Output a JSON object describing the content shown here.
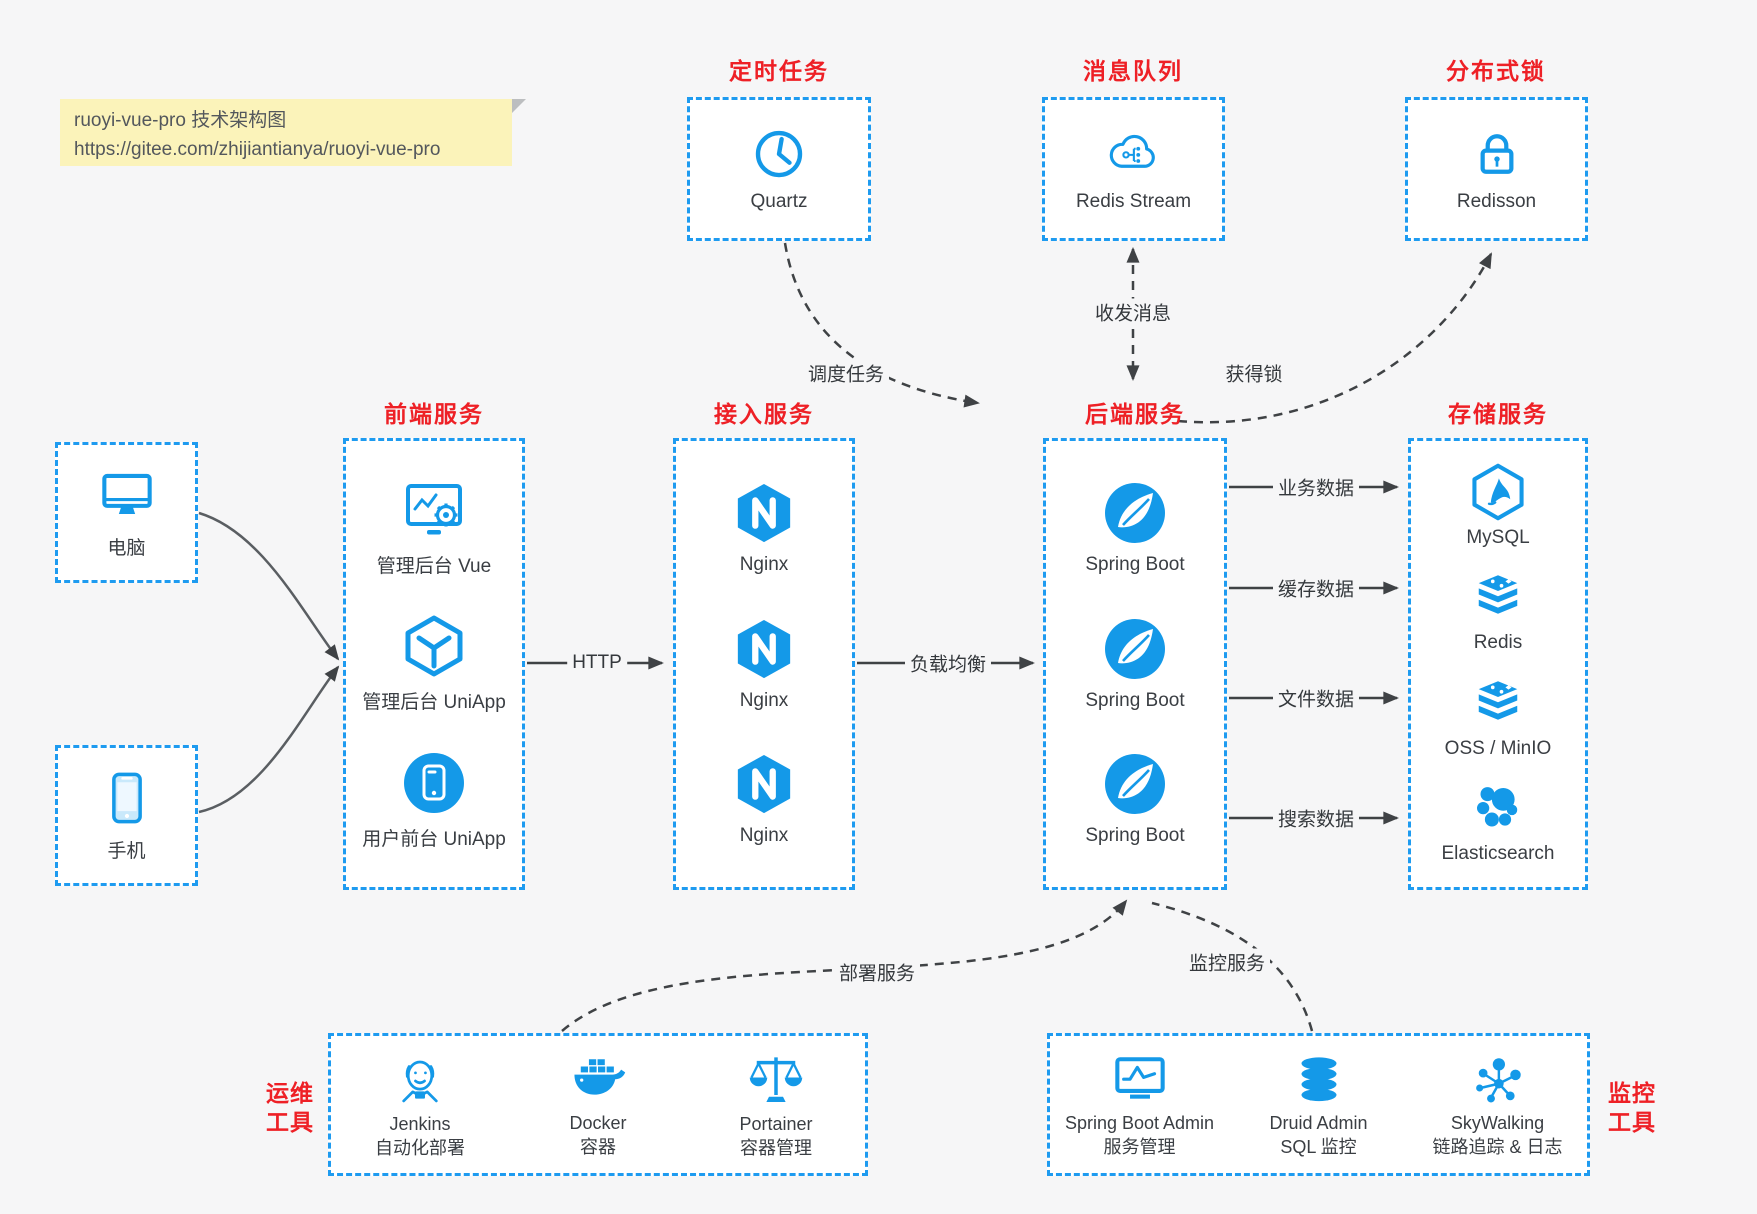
{
  "note": {
    "line1": "ruoyi-vue-pro 技术架构图",
    "line2": "https://gitee.com/zhijiantianya/ruoyi-vue-pro"
  },
  "colors": {
    "icon_blue": "#1499e8",
    "dashed_border_blue": "#1e9bf0",
    "title_red": "#ee2026",
    "arrow_gray": "#3f4245",
    "note_yellow": "#fbf3ba",
    "page_background": "#f6f6f7"
  },
  "groups": {
    "timer": {
      "title": "定时任务",
      "items": [
        {
          "icon": "clock-icon",
          "label": "Quartz"
        }
      ]
    },
    "mq": {
      "title": "消息队列",
      "items": [
        {
          "icon": "redis-stream-cloud-icon",
          "label": "Redis Stream"
        }
      ]
    },
    "lock": {
      "title": "分布式锁",
      "items": [
        {
          "icon": "padlock-icon",
          "label": "Redisson"
        }
      ]
    },
    "clients": {
      "computer_label": "电脑",
      "phone_label": "手机"
    },
    "frontend": {
      "title": "前端服务",
      "items": [
        {
          "icon": "admin-vue-monitor-gear-icon",
          "label": "管理后台 Vue"
        },
        {
          "icon": "uniapp-hexagon-icon",
          "label": "管理后台 UniApp"
        },
        {
          "icon": "user-app-phone-circle-icon",
          "label": "用户前台 UniApp"
        }
      ]
    },
    "gateway": {
      "title": "接入服务",
      "items": [
        {
          "icon": "nginx-hexagon-icon",
          "label": "Nginx"
        },
        {
          "icon": "nginx-hexagon-icon",
          "label": "Nginx"
        },
        {
          "icon": "nginx-hexagon-icon",
          "label": "Nginx"
        }
      ]
    },
    "backend": {
      "title": "后端服务",
      "items": [
        {
          "icon": "spring-boot-leaf-icon",
          "label": "Spring Boot"
        },
        {
          "icon": "spring-boot-leaf-icon",
          "label": "Spring Boot"
        },
        {
          "icon": "spring-boot-leaf-icon",
          "label": "Spring Boot"
        }
      ]
    },
    "storage": {
      "title": "存储服务",
      "items": [
        {
          "icon": "mysql-dolphin-hexagon-icon",
          "label": "MySQL"
        },
        {
          "icon": "redis-stack-icon",
          "label": "Redis"
        },
        {
          "icon": "storage-stack-icon",
          "label": "OSS / MinIO"
        },
        {
          "icon": "elasticsearch-cluster-icon",
          "label": "Elasticsearch"
        }
      ]
    },
    "ops": {
      "side_label": [
        "运维",
        "工具"
      ],
      "items": [
        {
          "icon": "jenkins-butler-icon",
          "label": "Jenkins",
          "sublabel": "自动化部署"
        },
        {
          "icon": "docker-whale-icon",
          "label": "Docker",
          "sublabel": "容器"
        },
        {
          "icon": "portainer-scales-icon",
          "label": "Portainer",
          "sublabel": "容器管理"
        }
      ]
    },
    "monitoring": {
      "side_label": [
        "监控",
        "工具"
      ],
      "items": [
        {
          "icon": "monitor-chart-icon",
          "label": "Spring Boot Admin",
          "sublabel": "服务管理"
        },
        {
          "icon": "database-cylinder-icon",
          "label": "Druid Admin",
          "sublabel": "SQL 监控"
        },
        {
          "icon": "skywalking-topology-icon",
          "label": "SkyWalking",
          "sublabel": "链路追踪 & 日志"
        }
      ]
    }
  },
  "edges": {
    "http": "HTTP",
    "load_balance": "负载均衡",
    "business_data": "业务数据",
    "cache_data": "缓存数据",
    "file_data": "文件数据",
    "search_data": "搜索数据",
    "schedule": "调度任务",
    "messages": "收发消息",
    "acquire_lock": "获得锁",
    "deploy": "部署服务",
    "monitor": "监控服务"
  }
}
